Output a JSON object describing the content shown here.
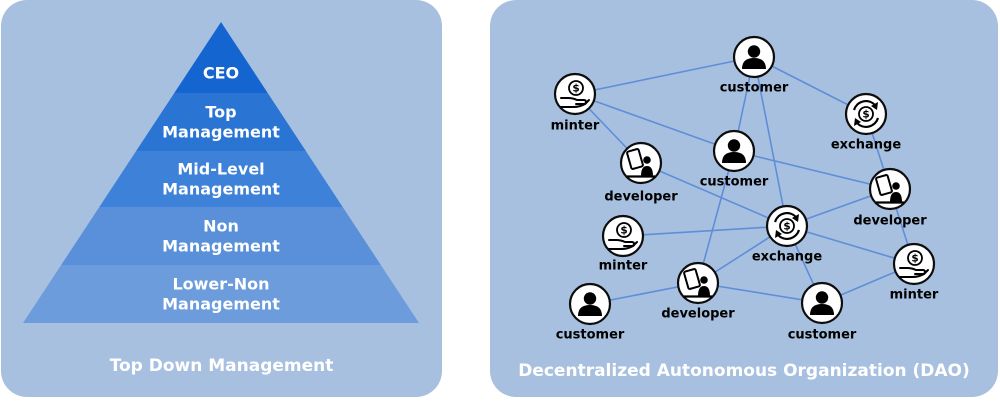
{
  "pyramid": {
    "caption": "Top Down Management",
    "levels": [
      {
        "lines": [
          "CEO"
        ],
        "color": "#1565d0"
      },
      {
        "lines": [
          "Top",
          "Management"
        ],
        "color": "#2a74d4"
      },
      {
        "lines": [
          "Mid-Level",
          "Management"
        ],
        "color": "#3d82d8"
      },
      {
        "lines": [
          "Non",
          "Management"
        ],
        "color": "#5990d9"
      },
      {
        "lines": [
          "Lower-Non",
          "Management"
        ],
        "color": "#6c9cdc"
      }
    ]
  },
  "dao": {
    "caption": "Decentralized Autonomous Organization (DAO)",
    "edge_color": "#5f8ed8",
    "nodes": [
      {
        "id": "c1",
        "role": "customer",
        "label": "customer",
        "icon": "person-icon"
      },
      {
        "id": "m1",
        "role": "minter",
        "label": "minter",
        "icon": "coin-hand-icon"
      },
      {
        "id": "e1",
        "role": "exchange",
        "label": "exchange",
        "icon": "coin-exchange-icon"
      },
      {
        "id": "c2",
        "role": "customer",
        "label": "customer",
        "icon": "person-icon"
      },
      {
        "id": "d1",
        "role": "developer",
        "label": "developer",
        "icon": "developer-icon"
      },
      {
        "id": "d2",
        "role": "developer",
        "label": "developer",
        "icon": "developer-icon"
      },
      {
        "id": "e2",
        "role": "exchange",
        "label": "exchange",
        "icon": "coin-exchange-icon"
      },
      {
        "id": "m2",
        "role": "minter",
        "label": "minter",
        "icon": "coin-hand-icon"
      },
      {
        "id": "d3",
        "role": "developer",
        "label": "developer",
        "icon": "developer-icon"
      },
      {
        "id": "m3",
        "role": "minter",
        "label": "minter",
        "icon": "coin-hand-icon"
      },
      {
        "id": "c3",
        "role": "customer",
        "label": "customer",
        "icon": "person-icon"
      },
      {
        "id": "c4",
        "role": "customer",
        "label": "customer",
        "icon": "person-icon"
      }
    ],
    "edges": [
      [
        "m1",
        "c1"
      ],
      [
        "c1",
        "e1"
      ],
      [
        "c1",
        "e2"
      ],
      [
        "m1",
        "c2"
      ],
      [
        "m1",
        "d1"
      ],
      [
        "c2",
        "c1"
      ],
      [
        "c2",
        "d2"
      ],
      [
        "d2",
        "e1"
      ],
      [
        "c2",
        "d3"
      ],
      [
        "d1",
        "e2"
      ],
      [
        "e2",
        "d2"
      ],
      [
        "m2",
        "e2"
      ],
      [
        "e2",
        "d3"
      ],
      [
        "e2",
        "m3"
      ],
      [
        "e2",
        "c4"
      ],
      [
        "c3",
        "d3"
      ],
      [
        "d3",
        "c4"
      ],
      [
        "c4",
        "m3"
      ],
      [
        "d2",
        "m3"
      ]
    ]
  }
}
